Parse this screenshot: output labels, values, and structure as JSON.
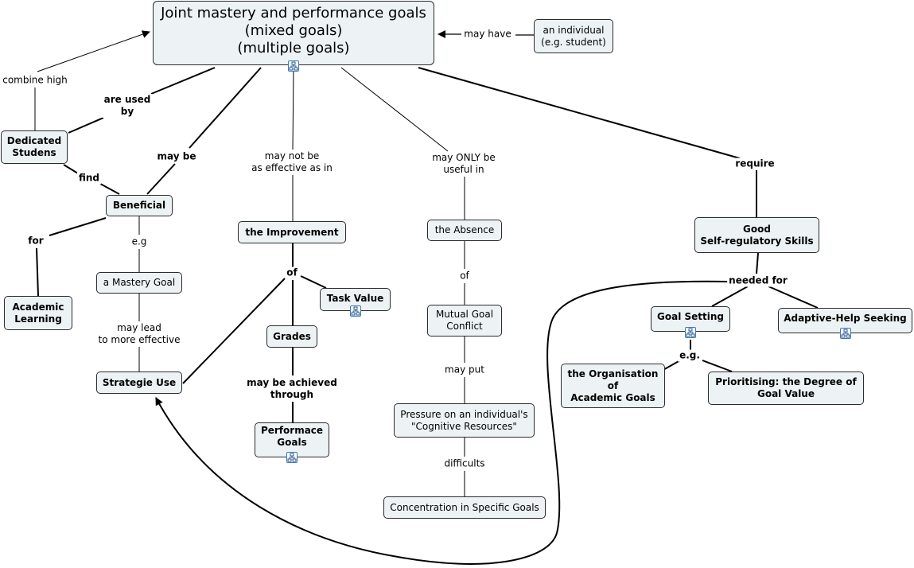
{
  "concepts": {
    "root": "Joint mastery and performance goals\n(mixed goals)\n(multiple goals)",
    "individual": "an individual\n(e.g. student)",
    "dedicated": "Dedicated\nStudens",
    "beneficial": "Beneficial",
    "academic_learning": "Academic\nLearning",
    "mastery_goal": "a Mastery Goal",
    "strategie_use": "Strategie Use",
    "improvement": "the Improvement",
    "task_value": "Task Value",
    "grades": "Grades",
    "performace_goals": "Performace\nGoals",
    "absence": "the Absence",
    "mutual_goal_conflict": "Mutual Goal\nConflict",
    "pressure": "Pressure on an individual's\n\"Cognitive Resources\"",
    "concentration": "Concentration in Specific Goals",
    "good_skills": "Good\nSelf-regulatory Skills",
    "goal_setting": "Goal Setting",
    "adaptive_help": "Adaptive-Help Seeking",
    "organisation": "the Organisation\nof\nAcademic Goals",
    "prioritising": "Prioritising: the Degree of\nGoal Value"
  },
  "links": {
    "may_have": "may have",
    "combine_high": "combine high",
    "are_used_by": "are used\nby",
    "find": "find",
    "may_be": "may be",
    "for": "for",
    "eg_beneficial": "e.g",
    "may_lead": "may lead\nto more effective",
    "may_not_be": "may not be\nas effective as in",
    "of_improvement": "of",
    "may_be_achieved": "may be achieved\nthrough",
    "may_only_be": "may ONLY be\nuseful in",
    "of_absence": "of",
    "may_put": "may put",
    "difficults": "difficults",
    "require": "require",
    "needed_for": "needed for",
    "eg_goal_setting": "e.g."
  },
  "icons": {
    "submap": "concept-map-submap-icon"
  },
  "colors": {
    "node_fill": "#edf3f5",
    "node_border": "#2b2b2b",
    "icon_border": "#3c79b6",
    "line": "#000000"
  }
}
